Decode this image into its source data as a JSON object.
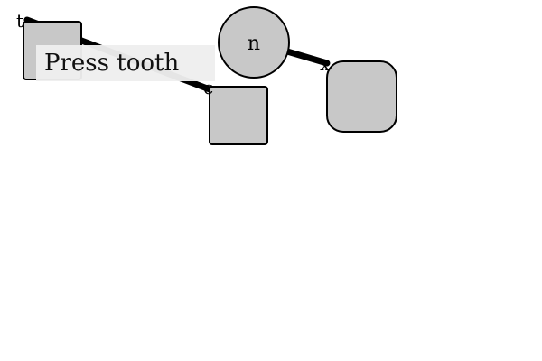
{
  "hint": {
    "text": "Press tooth"
  },
  "nodes": {
    "center_circle": {
      "label": "n"
    }
  },
  "edge_labels": {
    "top_left": "t",
    "lower_middle": "c",
    "right": "x"
  },
  "colors": {
    "node_fill": "#c8c8c8",
    "stroke": "#000000",
    "hint_bg": "#eeeeee",
    "background": "#ffffff"
  }
}
